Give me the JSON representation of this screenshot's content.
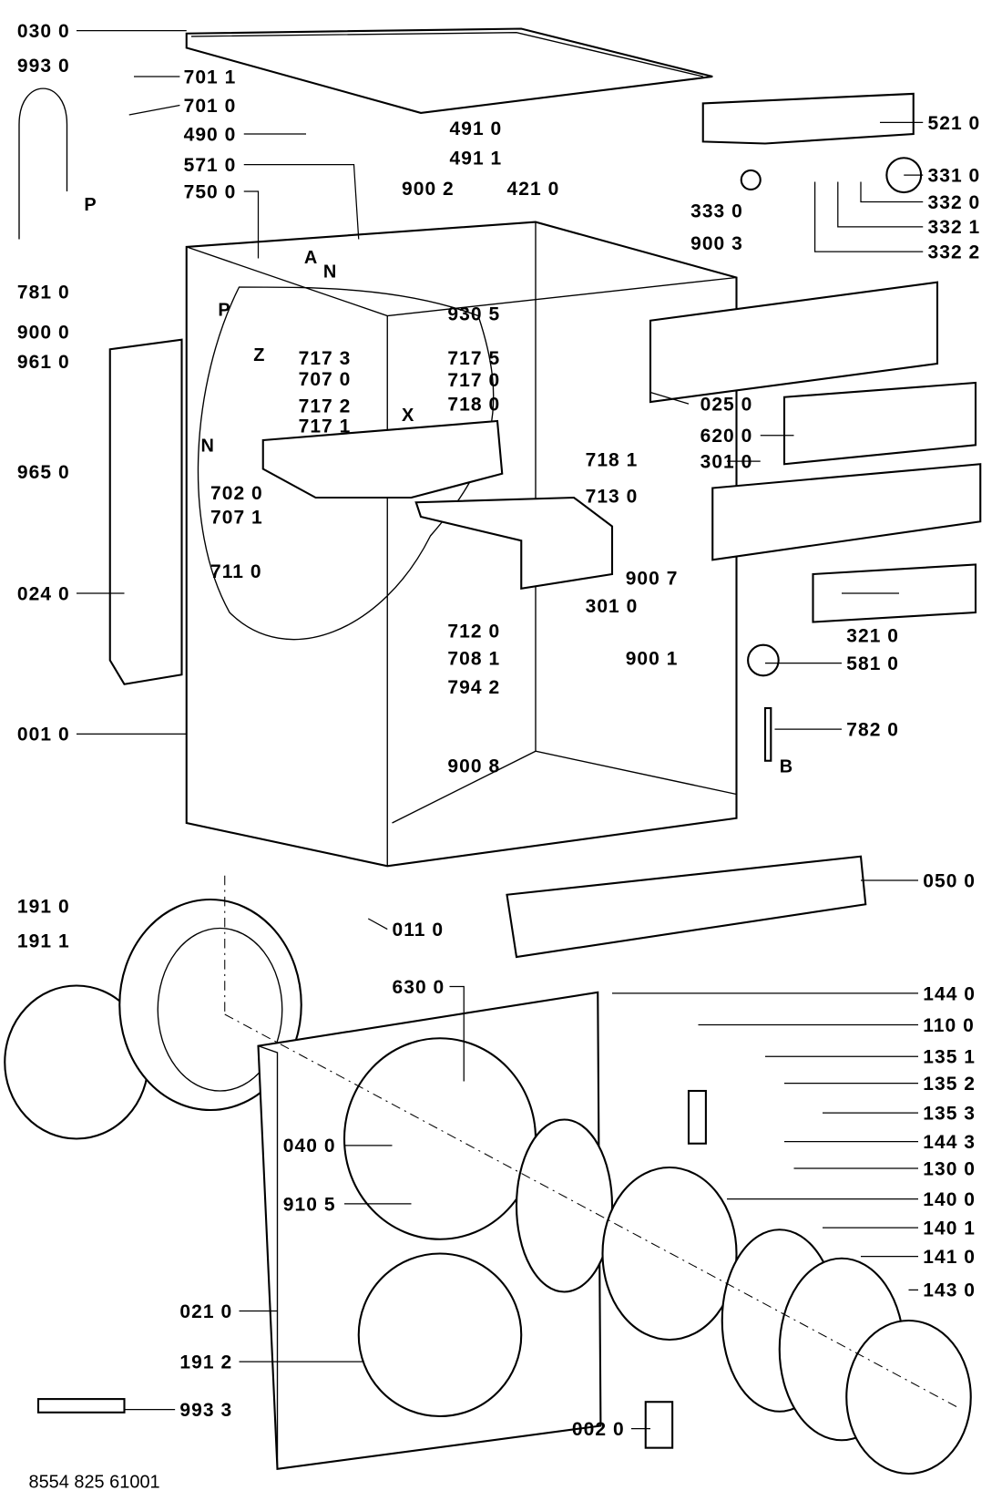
{
  "document_number": "8554 825 61001",
  "labels": {
    "l0300": "030 0",
    "l9930": "993 0",
    "l7011": "701 1",
    "l7010": "701 0",
    "l4900": "490 0",
    "l4910": "491 0",
    "l4911": "491 1",
    "l5710": "571 0",
    "l7500": "750 0",
    "l9002": "900 2",
    "l4210": "421 0",
    "l5210": "521 0",
    "l3310": "331 0",
    "l3320": "332 0",
    "l3321": "332 1",
    "l3322": "332 2",
    "l3330": "333 0",
    "l9003": "900 3",
    "l7810": "781 0",
    "l9000": "900 0",
    "l9305": "930 5",
    "l9610": "961 0",
    "l7173": "717 3",
    "l7070": "707 0",
    "l7175": "717 5",
    "l7170": "717 0",
    "l7172": "717 2",
    "l7171": "717 1",
    "l7180": "718 0",
    "l0250": "025 0",
    "l6200": "620 0",
    "l3010a": "301 0",
    "l7181": "718 1",
    "l9650": "965 0",
    "l7020": "702 0",
    "l7071": "707 1",
    "l7130": "713 0",
    "l7110": "711 0",
    "l9007": "900 7",
    "l0240": "024 0",
    "l3010b": "301 0",
    "l3210": "321 0",
    "l7120": "712 0",
    "l7081": "708 1",
    "l9001": "900 1",
    "l5810": "581 0",
    "l7942": "794 2",
    "l0010": "001 0",
    "l7820": "782 0",
    "l9008": "900 8",
    "l0500": "050 0",
    "l1910": "191 0",
    "l0110": "011 0",
    "l1911": "191 1",
    "l6300": "630 0",
    "l1440": "144 0",
    "l1100": "110 0",
    "l1351": "135 1",
    "l1352": "135 2",
    "l1353": "135 3",
    "l0400": "040 0",
    "l1443": "144 3",
    "l1300": "130 0",
    "l9105": "910 5",
    "l1400": "140 0",
    "l1401": "140 1",
    "l1410": "141 0",
    "l1430": "143 0",
    "l0210": "021 0",
    "l1912": "191 2",
    "l9933": "993 3",
    "l0020": "002 0"
  },
  "markers": {
    "p1": "P",
    "p2": "P",
    "a": "A",
    "n1": "N",
    "z": "Z",
    "n2": "N",
    "x": "X",
    "b": "B"
  }
}
